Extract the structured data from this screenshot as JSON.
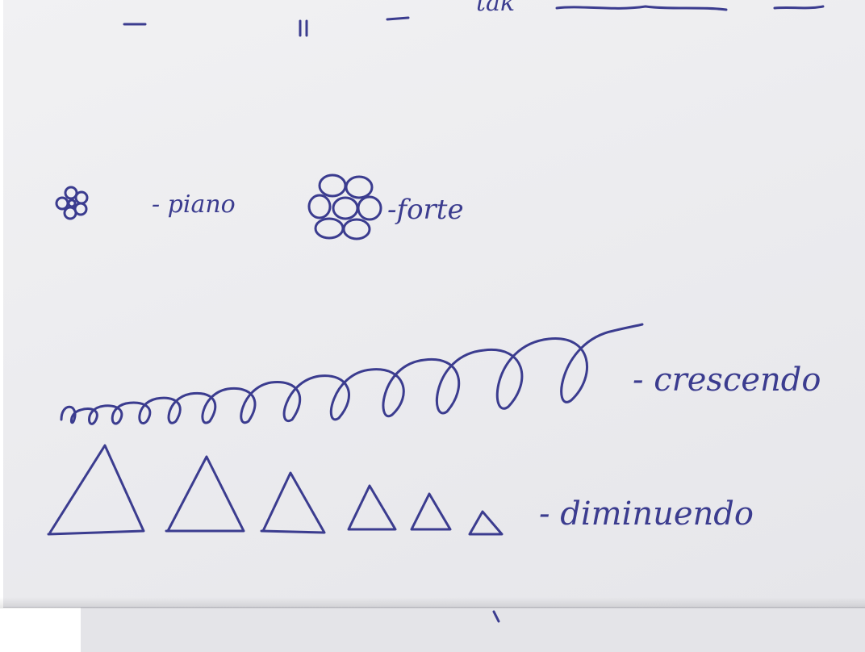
{
  "legend": {
    "top_fragment": "tak",
    "piano_label": "- piano",
    "forte_label": "-forte",
    "crescendo_label": "- crescendo",
    "diminuendo_label": "- diminuendo"
  },
  "colors": {
    "ink": "#3b3c8f",
    "paper": "#ececef"
  },
  "icons": [
    "small-flower-icon",
    "large-flower-icon",
    "loop-spiral-icon",
    "triangle-icon"
  ]
}
